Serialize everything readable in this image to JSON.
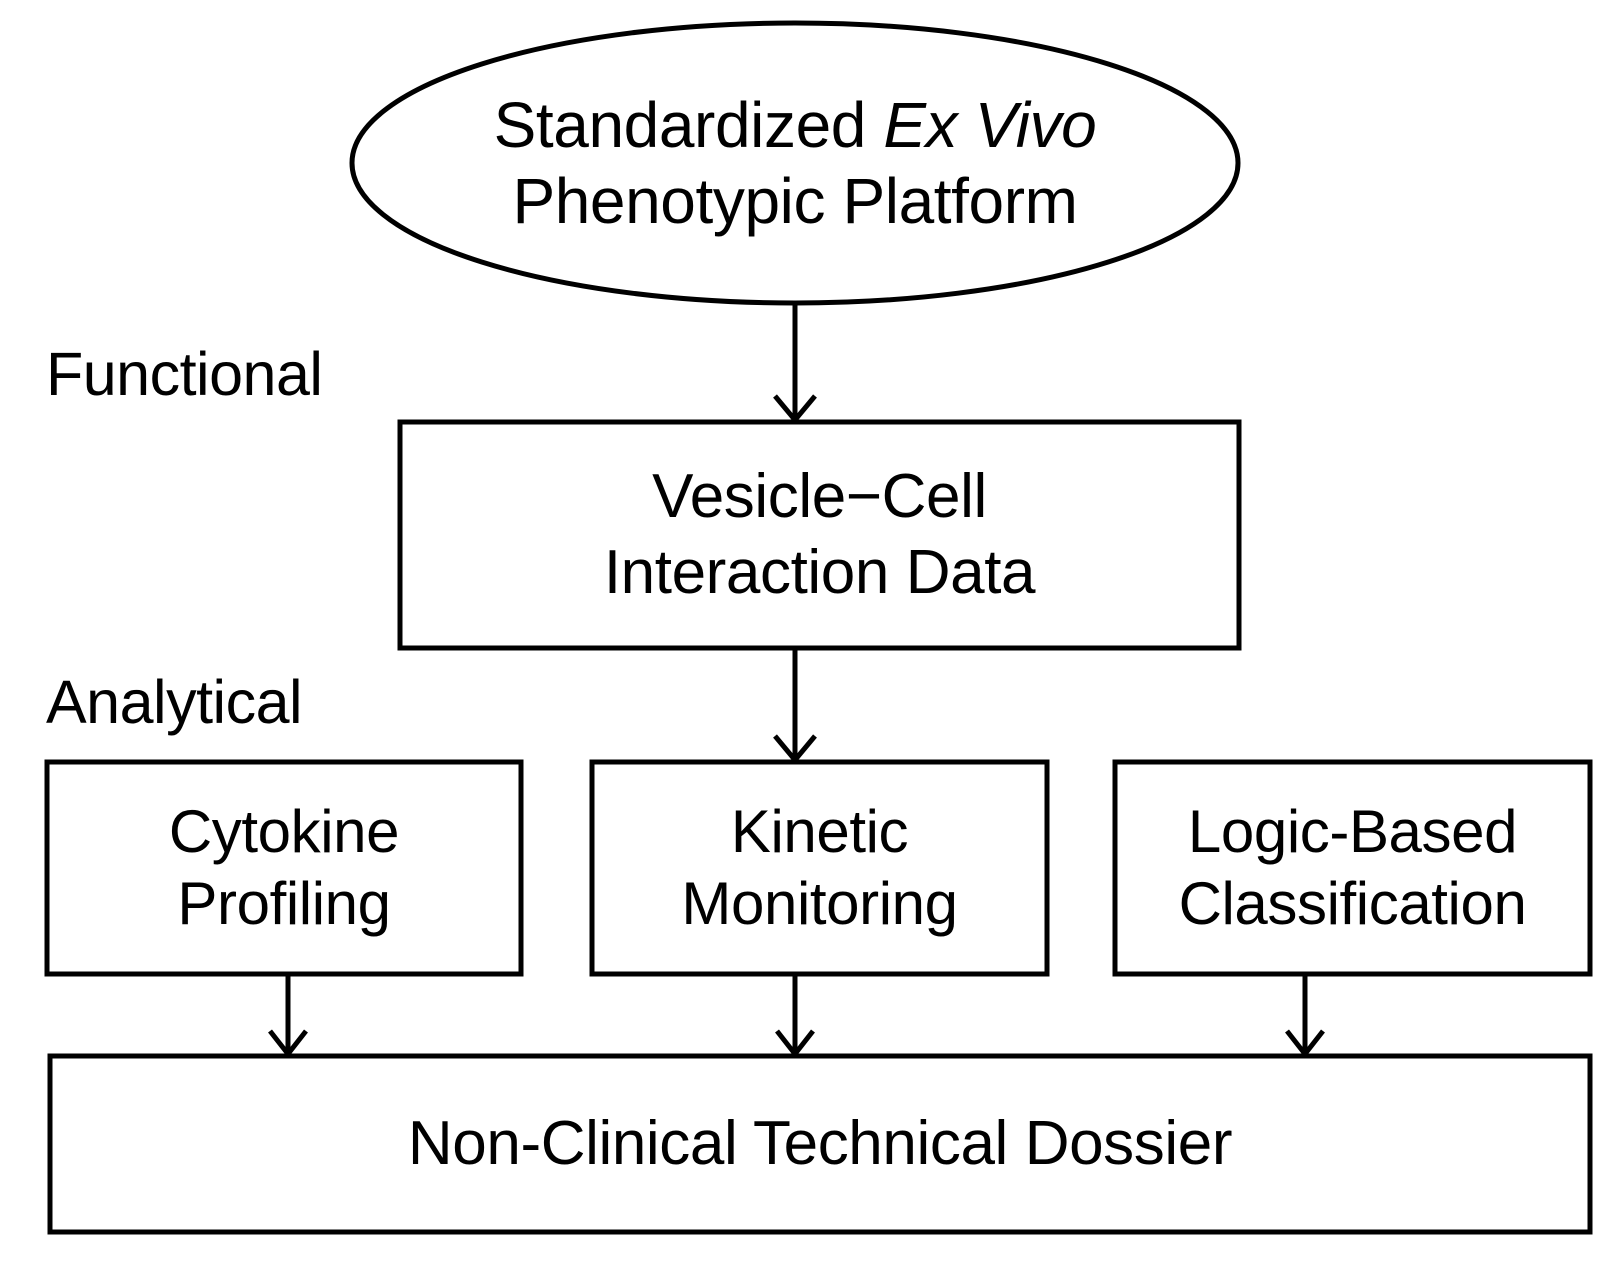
{
  "diagram": {
    "title_node": {
      "shape": "ellipse",
      "line1_prefix": "Standardized ",
      "line1_italic": "Ex Vivo",
      "line2": "Phenotypic Platform"
    },
    "tier_labels": {
      "functional": "Functional",
      "analytical": "Analytical"
    },
    "nodes": [
      {
        "id": "vesicle-cell-interaction-data",
        "shape": "rect",
        "line1": "Vesicle−Cell",
        "line2": "Interaction Data"
      },
      {
        "id": "cytokine-profiling",
        "shape": "rect",
        "line1": "Cytokine",
        "line2": "Profiling"
      },
      {
        "id": "kinetic-monitoring",
        "shape": "rect",
        "line1": "Kinetic",
        "line2": "Monitoring"
      },
      {
        "id": "logic-based-classification",
        "shape": "rect",
        "line1": "Logic-Based",
        "line2": "Classification"
      },
      {
        "id": "non-clinical-technical-dossier",
        "shape": "rect",
        "line1": "Non-Clinical Technical Dossier",
        "line2": ""
      }
    ],
    "edges": [
      {
        "from": "standardized-ex-vivo-phenotypic-platform",
        "to": "vesicle-cell-interaction-data"
      },
      {
        "from": "vesicle-cell-interaction-data",
        "to": "kinetic-monitoring"
      },
      {
        "from": "cytokine-profiling",
        "to": "non-clinical-technical-dossier"
      },
      {
        "from": "kinetic-monitoring",
        "to": "non-clinical-technical-dossier"
      },
      {
        "from": "logic-based-classification",
        "to": "non-clinical-technical-dossier"
      }
    ],
    "colors": {
      "stroke": "#000000",
      "fill": "#ffffff",
      "text": "#000000"
    }
  }
}
